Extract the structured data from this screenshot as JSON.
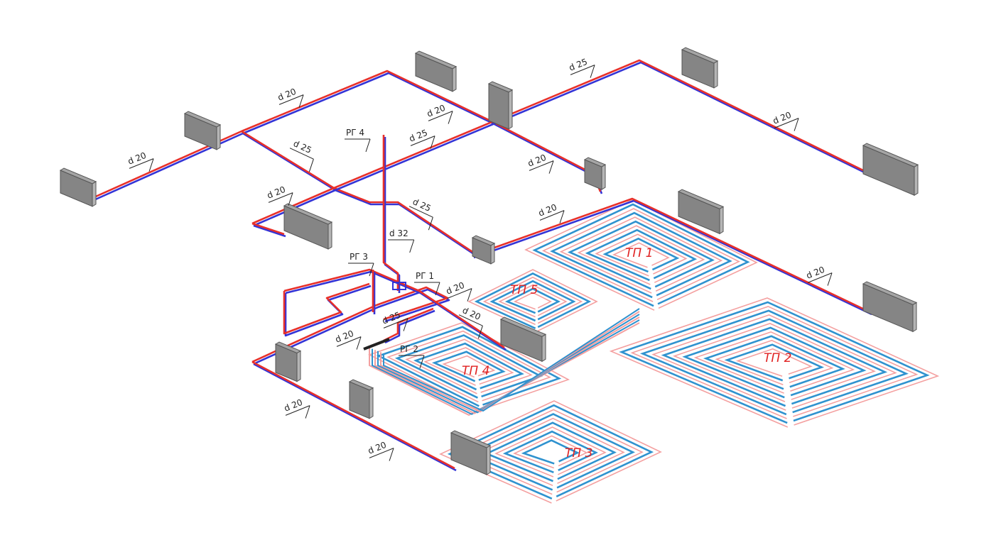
{
  "diagram": {
    "title": "Heating system isometric scheme",
    "colors": {
      "supply": "#e8302a",
      "return": "#3434d6",
      "floor_supply": "#f4a0a0",
      "floor_return": "#2f92cf",
      "radiator": "#858585"
    },
    "pipe_labels": [
      "d 20",
      "d 20",
      "d 20",
      "d 25",
      "d 25",
      "d 25",
      "d 20",
      "d 20",
      "d 20",
      "d 25",
      "d 32",
      "d 20",
      "d 20",
      "d 20",
      "d 25",
      "d 20",
      "d 20",
      "d 20",
      "d 20"
    ],
    "manifolds": [
      "РГ 4",
      "РГ 3",
      "РГ 1",
      "РГ 2"
    ],
    "floor_zones": [
      "ТП 1",
      "ТП 5",
      "ТП 4",
      "ТП 2",
      "ТП 3"
    ]
  }
}
